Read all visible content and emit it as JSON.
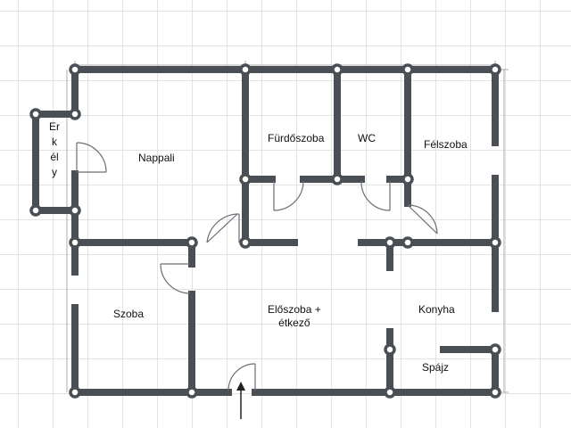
{
  "rooms": {
    "nappali": "Nappali",
    "furdoszoba": "Fürdőszoba",
    "wc": "WC",
    "felszoba": "Félszoba",
    "szoba": "Szoba",
    "eloszoba_line1": "Előszoba +",
    "eloszoba_line2": "étkező",
    "konyha": "Konyha",
    "spajz": "Spájz",
    "erkely": "Erkély"
  },
  "colors": {
    "wall": "#4a4e55",
    "node_fill": "#ffffff",
    "grid": "#e3e3e3"
  },
  "icons": [
    "entrance-arrow-icon",
    "door-swing-icon"
  ]
}
